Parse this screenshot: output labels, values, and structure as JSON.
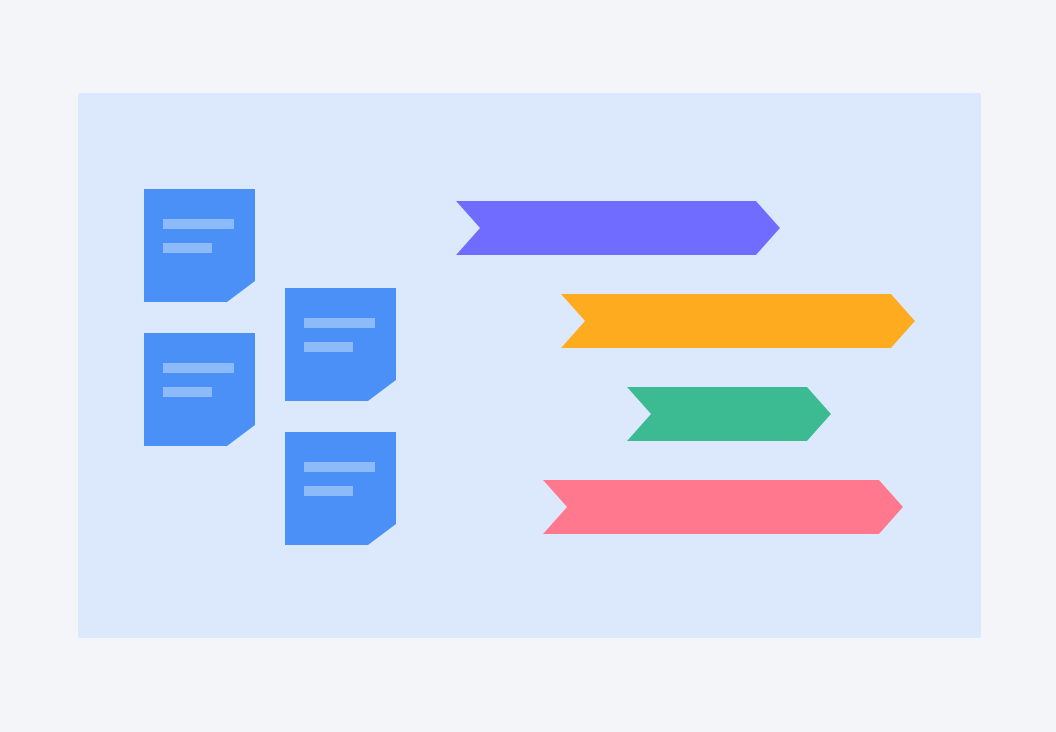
{
  "colors": {
    "page_background": "#f4f5f8",
    "panel_background": "#dce9fd",
    "note_fill": "#4a90f6",
    "note_line": "#8dbbf9",
    "arrow_purple": "#706cff",
    "arrow_orange": "#ffab20",
    "arrow_green": "#3cba91",
    "arrow_pink": "#ff788e"
  },
  "notes": [
    {
      "icon": "sticky-note-icon",
      "lines": 2
    },
    {
      "icon": "sticky-note-icon",
      "lines": 2
    },
    {
      "icon": "sticky-note-icon",
      "lines": 2
    },
    {
      "icon": "sticky-note-icon",
      "lines": 2
    }
  ],
  "arrows": [
    {
      "icon": "chevron-banner-icon",
      "color": "#706cff"
    },
    {
      "icon": "chevron-banner-icon",
      "color": "#ffab20"
    },
    {
      "icon": "chevron-banner-icon",
      "color": "#3cba91"
    },
    {
      "icon": "chevron-banner-icon",
      "color": "#ff788e"
    }
  ]
}
